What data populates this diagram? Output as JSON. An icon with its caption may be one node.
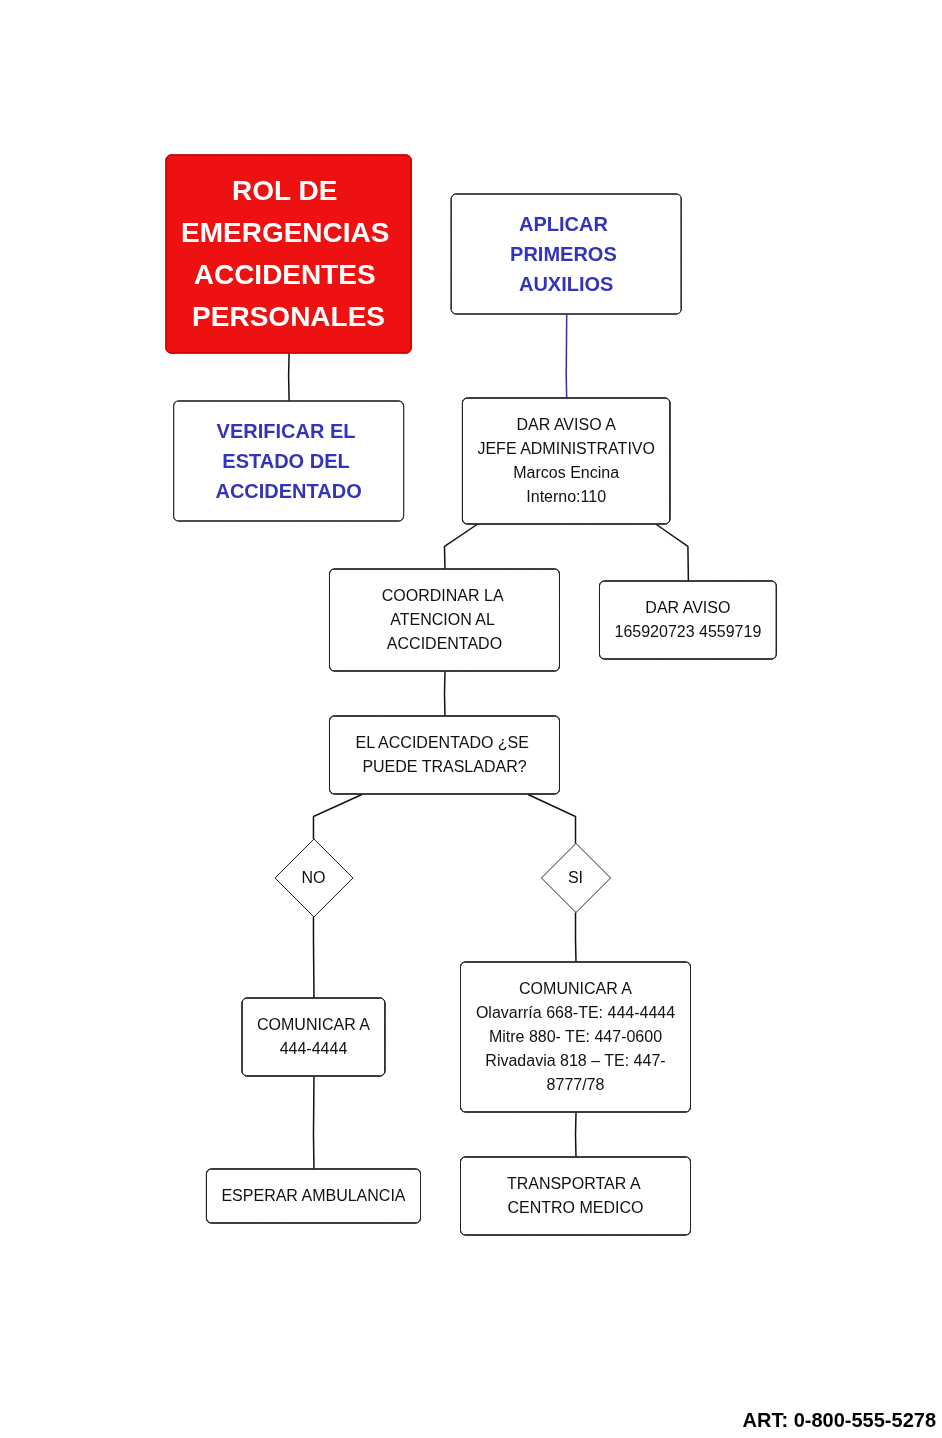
{
  "diagram": {
    "nodes": [
      {
        "text": [
          "ROL DE EMERGENCIAS ACCIDENTES PERSONALES"
        ]
      },
      {
        "text": [
          "VERIFICAR EL ESTADO DEL ACCIDENTADO"
        ]
      },
      {
        "text": [
          "APLICAR PRIMEROS AUXILIOS"
        ]
      },
      {
        "text": [
          "DAR AVISO A",
          "JEFE ADMINISTRATIVO",
          "Marcos Encina",
          "Interno:110"
        ]
      },
      {
        "text": [
          "COORDINAR LA ATENCION AL ACCIDENTADO"
        ]
      },
      {
        "text": [
          "DAR AVISO",
          "165920723 4559719"
        ]
      },
      {
        "text": [
          "EL ACCIDENTADO ¿SE PUEDE TRASLADAR?"
        ]
      },
      {
        "text": [
          "NO"
        ]
      },
      {
        "text": [
          "SI"
        ]
      },
      {
        "text": [
          "COMUNICAR A",
          "444-4444"
        ]
      },
      {
        "text": [
          "ESPERAR AMBULANCIA"
        ]
      },
      {
        "text": [
          "COMUNICAR A",
          "Olavarría 668-TE: 444-4444",
          "Mitre 880- TE: 447-0600",
          "Rivadavia 818 – TE: 447-8777/78"
        ]
      },
      {
        "text": [
          "TRANSPORTAR A CENTRO MEDICO"
        ]
      }
    ],
    "edges": [
      {
        "from": 0,
        "to": 1,
        "arrow": "none"
      },
      {
        "from": 2,
        "to": 3,
        "arrow": "none",
        "color": "#333399"
      },
      {
        "from": 3,
        "to": 4,
        "arrow": "none"
      },
      {
        "from": 3,
        "to": 5,
        "arrow": "none"
      },
      {
        "from": 4,
        "to": 6,
        "arrow": "none"
      },
      {
        "from": 6,
        "to": 7,
        "arrow": "none"
      },
      {
        "from": 6,
        "to": 8,
        "arrow": "none"
      },
      {
        "from": 7,
        "to": 9,
        "arrow": "none"
      },
      {
        "from": 9,
        "to": 10,
        "arrow": "none"
      },
      {
        "from": 8,
        "to": 11,
        "arrow": "none"
      },
      {
        "from": 11,
        "to": 12,
        "arrow": "none"
      }
    ],
    "labels": [
      "ART: 0-800-555-5278"
    ]
  }
}
